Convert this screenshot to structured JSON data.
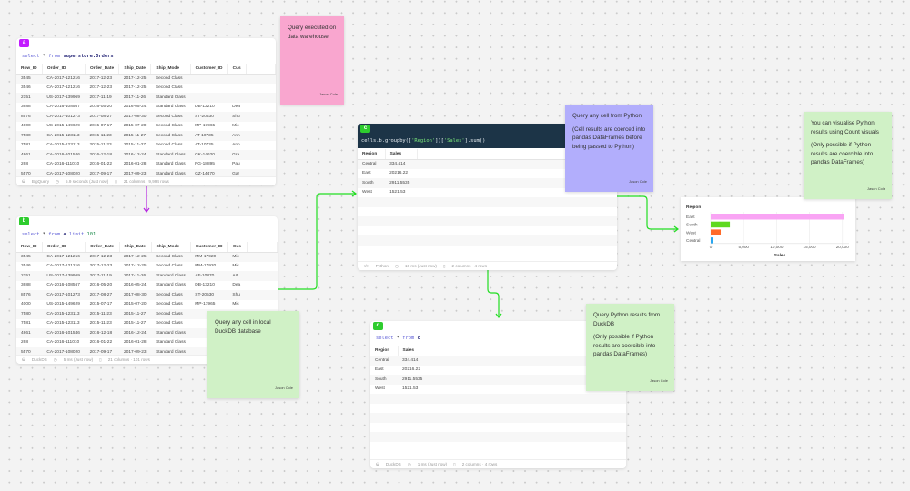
{
  "colors": {
    "purple_tag": "#c21cff",
    "green_tag": "#2ecc2e",
    "pink_note": "#f9a6cf",
    "violet_note": "#b2aefc",
    "green_note": "#d0f1c6",
    "python_header": "#1c3447",
    "edge_green": "#22dd22",
    "edge_purple": "#b626e0"
  },
  "cell_a": {
    "tag": "a",
    "sql_kw1": "select",
    "sql_star": "*",
    "sql_kw2": "from",
    "sql_table": "superstore.Orders",
    "columns": [
      "Row_ID",
      "Order_ID",
      "Order_Date",
      "Ship_Date",
      "Ship_Mode",
      "Customer_ID",
      "Cus"
    ],
    "rows": [
      [
        "3545",
        "CA-2017-121216",
        "2017-12-23",
        "2017-12-25",
        "Second Class",
        "",
        ""
      ],
      [
        "3546",
        "CA-2017-121216",
        "2017-12-23",
        "2017-12-25",
        "Second Class",
        "",
        ""
      ],
      [
        "2151",
        "US-2017-139969",
        "2017-11-19",
        "2017-11-26",
        "Standard Class",
        "",
        ""
      ],
      [
        "3688",
        "CA-2016-108567",
        "2016-05-20",
        "2016-05-24",
        "Standard Class",
        "DB-13210",
        "Dea"
      ],
      [
        "8576",
        "CA-2017-101273",
        "2017-08-27",
        "2017-08-30",
        "Second Class",
        "ST-20530",
        "Shu"
      ],
      [
        "4000",
        "US-2015-149629",
        "2015-07-17",
        "2015-07-20",
        "Second Class",
        "MP-17965",
        "Mic"
      ],
      [
        "7580",
        "CA-2015-123113",
        "2015-11-23",
        "2015-11-27",
        "Second Class",
        "AT-10735",
        "Ann"
      ],
      [
        "7581",
        "CA-2015-123113",
        "2015-11-23",
        "2015-11-27",
        "Second Class",
        "AT-10735",
        "Ann"
      ],
      [
        "4861",
        "CA-2016-101546",
        "2016-12-18",
        "2016-12-24",
        "Standard Class",
        "GK-14620",
        "Gra"
      ],
      [
        "268",
        "CA-2016-111010",
        "2016-01-22",
        "2016-01-28",
        "Standard Class",
        "PG-18895",
        "Pau"
      ],
      [
        "5570",
        "CA-2017-108020",
        "2017-09-17",
        "2017-09-23",
        "Standard Class",
        "GZ-14470",
        "Gar"
      ]
    ],
    "footer": {
      "source": "BigQuery",
      "time": "5.9 seconds (Just now)",
      "size": "21 columns · 9,994 rows"
    }
  },
  "cell_b": {
    "tag": "b",
    "sql_kw1": "select",
    "sql_star": "*",
    "sql_kw2": "from",
    "sql_table": "a",
    "sql_kw3": "limit",
    "sql_num": "101",
    "columns": [
      "Row_ID",
      "Order_ID",
      "Order_Date",
      "Ship_Date",
      "Ship_Mode",
      "Customer_ID",
      "Cus"
    ],
    "rows": [
      [
        "3545",
        "CA-2017-121216",
        "2017-12-23",
        "2017-12-25",
        "Second Class",
        "MM-17920",
        "Mic"
      ],
      [
        "3546",
        "CA-2017-121216",
        "2017-12-23",
        "2017-12-25",
        "Second Class",
        "MM-17920",
        "Mic"
      ],
      [
        "2151",
        "US-2017-139969",
        "2017-11-19",
        "2017-11-26",
        "Standard Class",
        "AF-10870",
        "Art"
      ],
      [
        "3688",
        "CA-2016-108567",
        "2016-05-20",
        "2016-05-24",
        "Standard Class",
        "DB-13210",
        "Dea"
      ],
      [
        "8576",
        "CA-2017-101273",
        "2017-08-27",
        "2017-08-30",
        "Second Class",
        "ST-20530",
        "Shu"
      ],
      [
        "4000",
        "US-2015-149629",
        "2015-07-17",
        "2015-07-20",
        "Second Class",
        "MP-17965",
        "Mic"
      ],
      [
        "7580",
        "CA-2015-123113",
        "2015-11-23",
        "2015-11-27",
        "Second Class",
        "",
        ""
      ],
      [
        "7581",
        "CA-2015-123113",
        "2015-11-23",
        "2015-11-27",
        "Second Class",
        "",
        ""
      ],
      [
        "4861",
        "CA-2016-101546",
        "2016-12-18",
        "2016-12-24",
        "Standard Class",
        "",
        ""
      ],
      [
        "268",
        "CA-2016-111010",
        "2016-01-22",
        "2016-01-28",
        "Standard Class",
        "",
        ""
      ],
      [
        "5570",
        "CA-2017-108020",
        "2017-09-17",
        "2017-09-23",
        "Standard Class",
        "",
        ""
      ]
    ],
    "footer": {
      "source": "DuckDB",
      "time": "5 ms (Just now)",
      "size": "21 columns · 101 rows"
    }
  },
  "cell_c": {
    "tag": "c",
    "code_pre": "cells.b.groupby([",
    "code_s1": "'Region'",
    "code_mid": "])[",
    "code_s2": "'Sales'",
    "code_post": "].sum()",
    "columns": [
      "Region",
      "Sales"
    ],
    "rows": [
      [
        "Central",
        "334.414"
      ],
      [
        "East",
        "20216.22"
      ],
      [
        "South",
        "2911.5535"
      ],
      [
        "West",
        "1521.53"
      ]
    ],
    "footer": {
      "source": "Python",
      "time": "10 ms (Just now)",
      "size": "2 columns · 4 rows"
    }
  },
  "cell_d": {
    "tag": "d",
    "sql_kw1": "select",
    "sql_star": "*",
    "sql_kw2": "from",
    "sql_table": "c",
    "columns": [
      "Region",
      "Sales"
    ],
    "rows": [
      [
        "Central",
        "334.414"
      ],
      [
        "East",
        "20216.22"
      ],
      [
        "South",
        "2911.5535"
      ],
      [
        "West",
        "1521.53"
      ]
    ],
    "footer": {
      "source": "DuckDB",
      "time": "1 ms (Just now)",
      "size": "2 columns · 4 rows"
    }
  },
  "notes": {
    "warehouse": {
      "lines": [
        "Query executed on data warehouse"
      ],
      "author": "Jason Cole"
    },
    "duckdb": {
      "lines": [
        "Query any cell in local DuckDB database"
      ],
      "author": "Jason Cole"
    },
    "python": {
      "lines": [
        "Query any cell from Python",
        "(Cell results are coerced into pandas DataFrames before being passed to Python)"
      ],
      "author": "Jason Cole"
    },
    "visual": {
      "lines": [
        "You can visualise Python results using Count visuals",
        "(Only possible if Python results are coercible into pandas DataFrames)"
      ],
      "author": "Jason Cole"
    },
    "duckdb_python": {
      "lines": [
        "Query Python results from DuckDB",
        "(Only possible if Python results are coercible into pandas DataFrames)"
      ],
      "author": "Jason Cole"
    }
  },
  "chart_data": {
    "type": "bar",
    "orientation": "horizontal",
    "ylabel": "Region",
    "xlabel": "Sales",
    "categories": [
      "East",
      "South",
      "West",
      "Central"
    ],
    "values": [
      20216.22,
      2911.5535,
      1521.53,
      334.414
    ],
    "bar_colors": [
      "#f9a4f4",
      "#5fd91f",
      "#ff6a2a",
      "#28a6f0"
    ],
    "xlim": [
      0,
      21000
    ],
    "xticks": [
      0,
      5000,
      10000,
      15000,
      20000
    ],
    "xtick_labels": [
      "0",
      "5,000",
      "10,000",
      "15,000",
      "20,000"
    ],
    "grid": true,
    "legend": "none"
  }
}
